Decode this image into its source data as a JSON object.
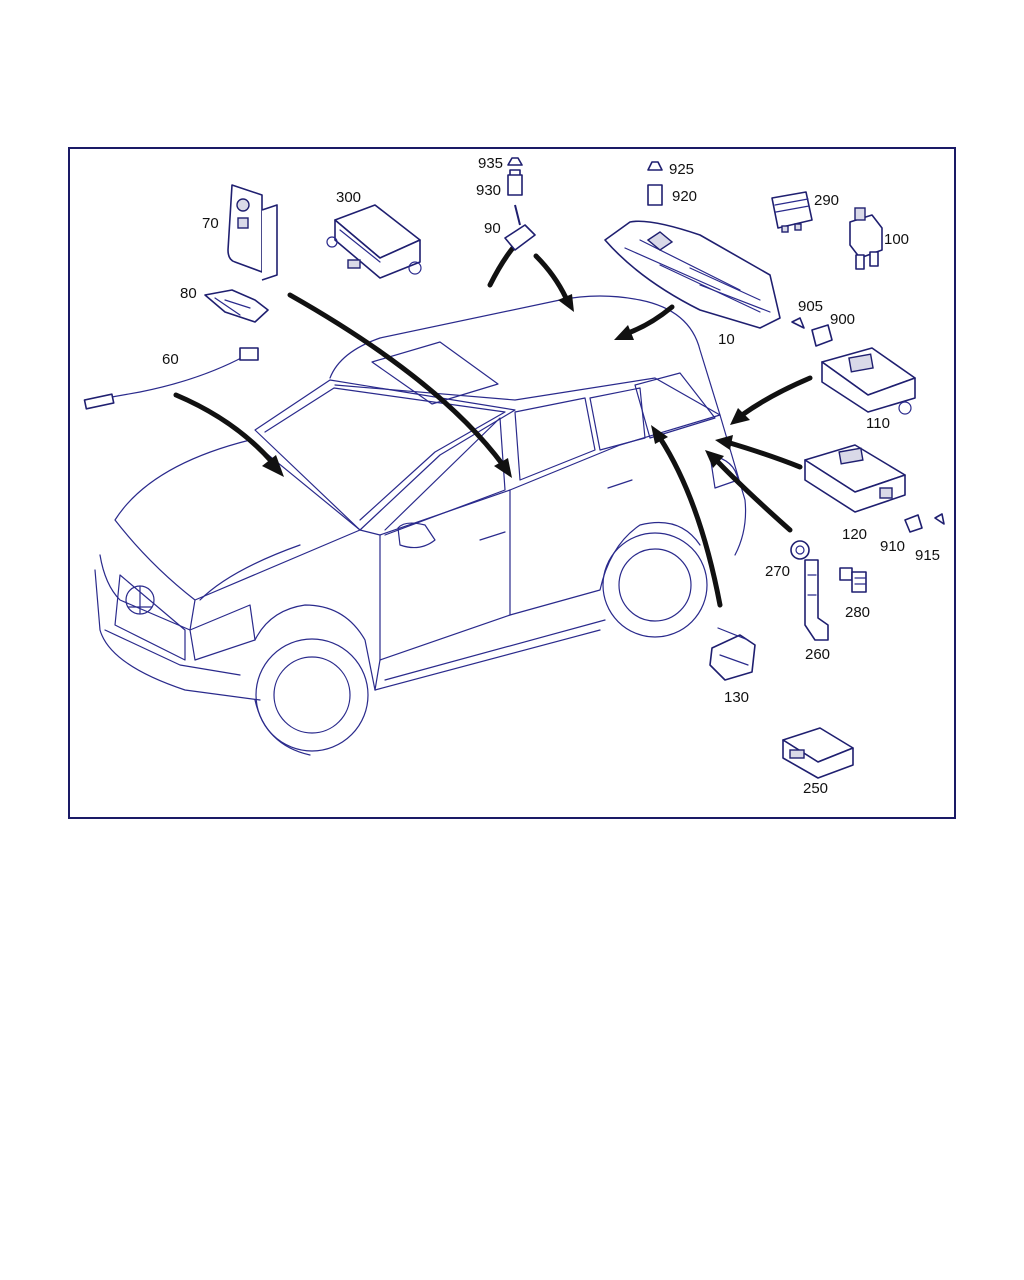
{
  "diagram": {
    "colors": {
      "line": "#2a2a8c",
      "part": "#1f1f70",
      "arrow": "#111111",
      "frame": "#1a1a66"
    },
    "labels": {
      "p10": "10",
      "p60": "60",
      "p70": "70",
      "p80": "80",
      "p90": "90",
      "p100": "100",
      "p110": "110",
      "p120": "120",
      "p130": "130",
      "p250": "250",
      "p260": "260",
      "p270": "270",
      "p280": "280",
      "p290": "290",
      "p300": "300",
      "p900": "900",
      "p905": "905",
      "p910": "910",
      "p915": "915",
      "p920": "920",
      "p925": "925",
      "p930": "930",
      "p935": "935"
    }
  }
}
